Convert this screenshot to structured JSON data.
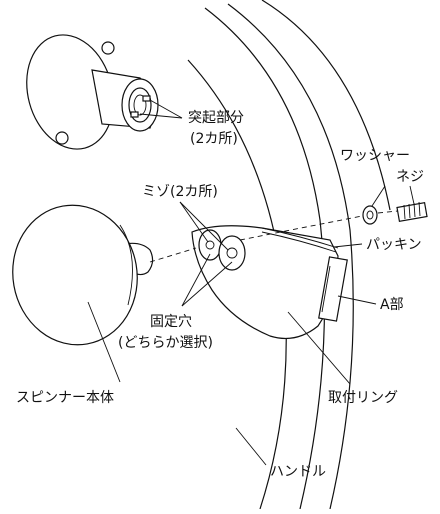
{
  "labels": {
    "protrusion": "突起部分",
    "protrusion_count": "(2カ所)",
    "groove": "ミゾ(2カ所)",
    "washer": "ワッシャー",
    "screw": "ネジ",
    "packing": "パッキン",
    "part_a": "A部",
    "fixing_hole": "固定穴",
    "fixing_hole_note": "(どちらか選択)",
    "spinner_body": "スピンナー本体",
    "mounting_ring": "取付リング",
    "handle": "ハンドル"
  }
}
